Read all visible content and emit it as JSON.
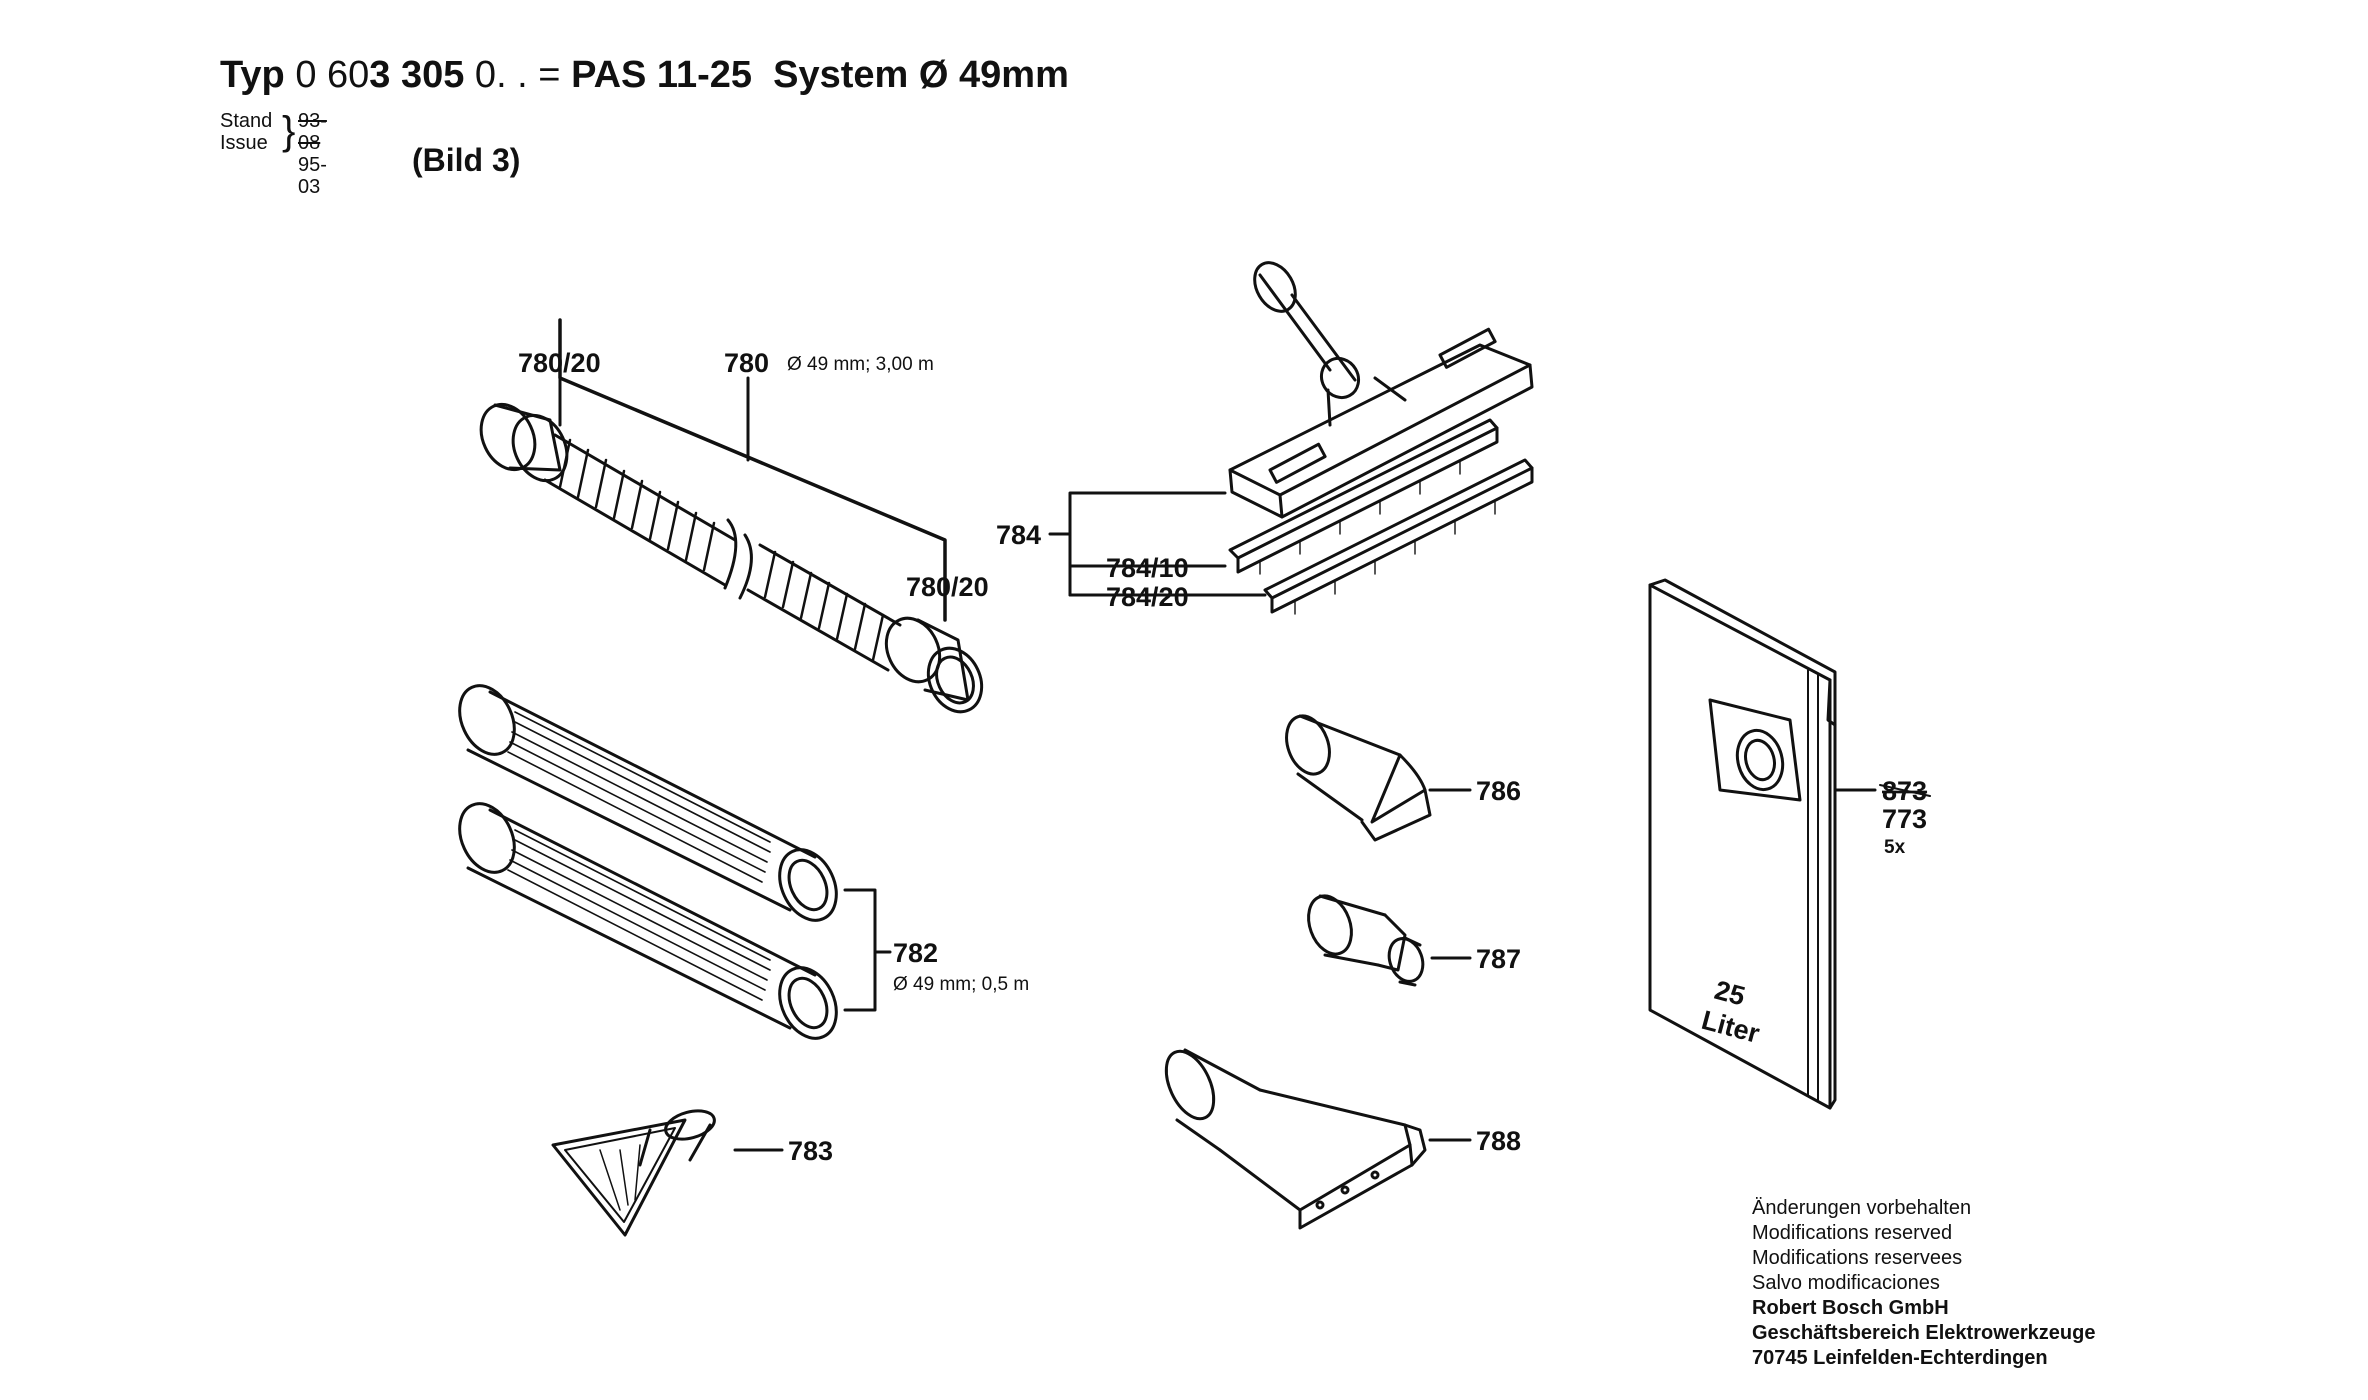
{
  "header": {
    "typ_label": "Typ",
    "typ_number_prefix": "0 60",
    "typ_number_bold": "3 305",
    "typ_number_suffix": " 0. . =",
    "model": "PAS 11-25",
    "system": "System Ø 49mm",
    "subtitle": "(Bild 3)",
    "stand_label": "Stand",
    "issue_label": "Issue",
    "stand_date": "93-08",
    "issue_date": "95-03"
  },
  "parts": {
    "p780_20a": "780/20",
    "p780": "780",
    "p780_spec": "Ø 49 mm; 3,00 m",
    "p780_20b": "780/20",
    "p782": "782",
    "p782_spec": "Ø 49 mm; 0,5 m",
    "p783": "783",
    "p784": "784",
    "p784_10": "784/10",
    "p784_20": "784/20",
    "p786": "786",
    "p787": "787",
    "p788": "788",
    "p773_old": "873",
    "p773": "773",
    "p773_qty": "5x",
    "bag_text_1": "25",
    "bag_text_2": "Liter"
  },
  "footer": {
    "line1": "Änderungen vorbehalten",
    "line2": "Modifications reserved",
    "line3": "Modifications reservees",
    "line4": "Salvo modificaciones",
    "company": "Robert Bosch GmbH",
    "division": "Geschäftsbereich Elektrowerkzeuge",
    "address": "70745 Leinfelden-Echterdingen"
  }
}
